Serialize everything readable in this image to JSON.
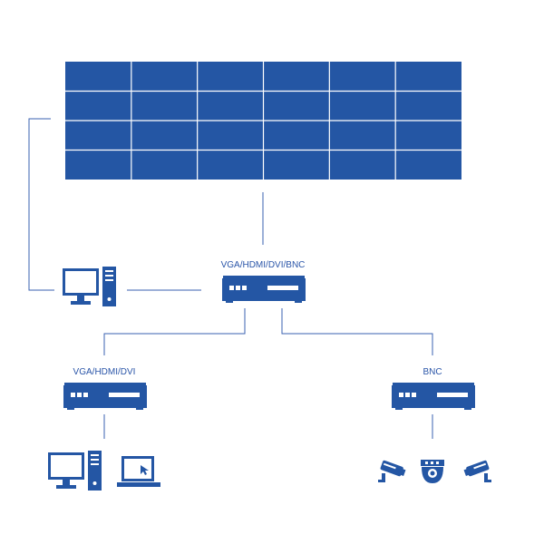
{
  "colors": {
    "primary": "#2456a4",
    "grid_line": "#ffffff",
    "connector": "#3a62b0"
  },
  "video_wall": {
    "columns": 6,
    "rows": 4
  },
  "labels": {
    "main_controller": "VGA/HDMI/DVI/BNC",
    "left_controller": "VGA/HDMI/DVI",
    "right_controller": "BNC"
  },
  "icons": {
    "top_computer": "desktop-computer-icon",
    "controllers": "rack-device-icon",
    "bottom_left": [
      "desktop-computer-icon",
      "laptop-icon"
    ],
    "bottom_right": [
      "cctv-camera-icon",
      "dome-camera-icon",
      "cctv-camera-icon"
    ]
  }
}
